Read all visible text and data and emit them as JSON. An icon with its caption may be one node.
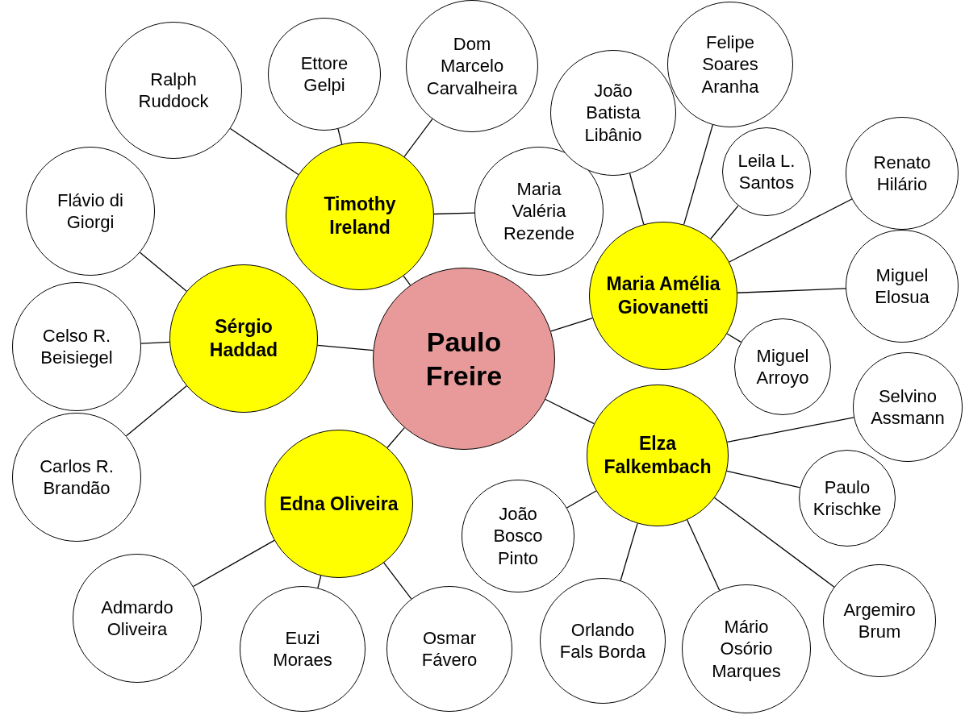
{
  "diagram": {
    "nodes": [
      {
        "text": [
          "Paulo Freire"
        ]
      },
      {
        "text": [
          "Timothy Ireland"
        ]
      },
      {
        "text": [
          "Sérgio Haddad"
        ]
      },
      {
        "text": [
          "Maria Amélia Giovanetti"
        ]
      },
      {
        "text": [
          "Elza Falkembach"
        ]
      },
      {
        "text": [
          "Edna Oliveira"
        ]
      },
      {
        "text": [
          "Ralph Ruddock"
        ]
      },
      {
        "text": [
          "Ettore Gelpi"
        ]
      },
      {
        "text": [
          "Dom Marcelo Carvalheira"
        ]
      },
      {
        "text": [
          "Maria Valéria Rezende"
        ]
      },
      {
        "text": [
          "Flávio di Giorgi"
        ]
      },
      {
        "text": [
          "Celso R. Beisiegel"
        ]
      },
      {
        "text": [
          "Carlos R. Brandão"
        ]
      },
      {
        "text": [
          "João Batista Libânio"
        ]
      },
      {
        "text": [
          "Felipe Soares Aranha"
        ]
      },
      {
        "text": [
          "Leila L. Santos"
        ]
      },
      {
        "text": [
          "Renato Hilário"
        ]
      },
      {
        "text": [
          "Miguel Elosua"
        ]
      },
      {
        "text": [
          "Miguel Arroyo"
        ]
      },
      {
        "text": [
          "Selvino Assmann"
        ]
      },
      {
        "text": [
          "Paulo Krischke"
        ]
      },
      {
        "text": [
          "João Bosco Pinto"
        ]
      },
      {
        "text": [
          "Orlando Fals Borda"
        ]
      },
      {
        "text": [
          "Mário Osório Marques"
        ]
      },
      {
        "text": [
          "Argemiro Brum"
        ]
      },
      {
        "text": [
          "Admardo Oliveira"
        ]
      },
      {
        "text": [
          "Euzi Moraes"
        ]
      },
      {
        "text": [
          "Osmar Fávero"
        ]
      }
    ],
    "edges": [
      {
        "from": 0,
        "to": 1,
        "arrow": "none"
      },
      {
        "from": 0,
        "to": 2,
        "arrow": "none"
      },
      {
        "from": 0,
        "to": 3,
        "arrow": "none"
      },
      {
        "from": 0,
        "to": 4,
        "arrow": "none"
      },
      {
        "from": 0,
        "to": 5,
        "arrow": "none"
      },
      {
        "from": 1,
        "to": 6,
        "arrow": "none"
      },
      {
        "from": 1,
        "to": 7,
        "arrow": "none"
      },
      {
        "from": 1,
        "to": 8,
        "arrow": "none"
      },
      {
        "from": 1,
        "to": 9,
        "arrow": "none"
      },
      {
        "from": 2,
        "to": 10,
        "arrow": "none"
      },
      {
        "from": 2,
        "to": 11,
        "arrow": "none"
      },
      {
        "from": 2,
        "to": 12,
        "arrow": "none"
      },
      {
        "from": 3,
        "to": 13,
        "arrow": "none"
      },
      {
        "from": 3,
        "to": 14,
        "arrow": "none"
      },
      {
        "from": 3,
        "to": 15,
        "arrow": "none"
      },
      {
        "from": 3,
        "to": 16,
        "arrow": "none"
      },
      {
        "from": 3,
        "to": 17,
        "arrow": "none"
      },
      {
        "from": 3,
        "to": 18,
        "arrow": "none"
      },
      {
        "from": 4,
        "to": 19,
        "arrow": "none"
      },
      {
        "from": 4,
        "to": 20,
        "arrow": "none"
      },
      {
        "from": 4,
        "to": 21,
        "arrow": "none"
      },
      {
        "from": 4,
        "to": 22,
        "arrow": "none"
      },
      {
        "from": 4,
        "to": 23,
        "arrow": "none"
      },
      {
        "from": 4,
        "to": 24,
        "arrow": "none"
      },
      {
        "from": 5,
        "to": 25,
        "arrow": "none"
      },
      {
        "from": 5,
        "to": 26,
        "arrow": "none"
      },
      {
        "from": 5,
        "to": 27,
        "arrow": "none"
      }
    ]
  }
}
